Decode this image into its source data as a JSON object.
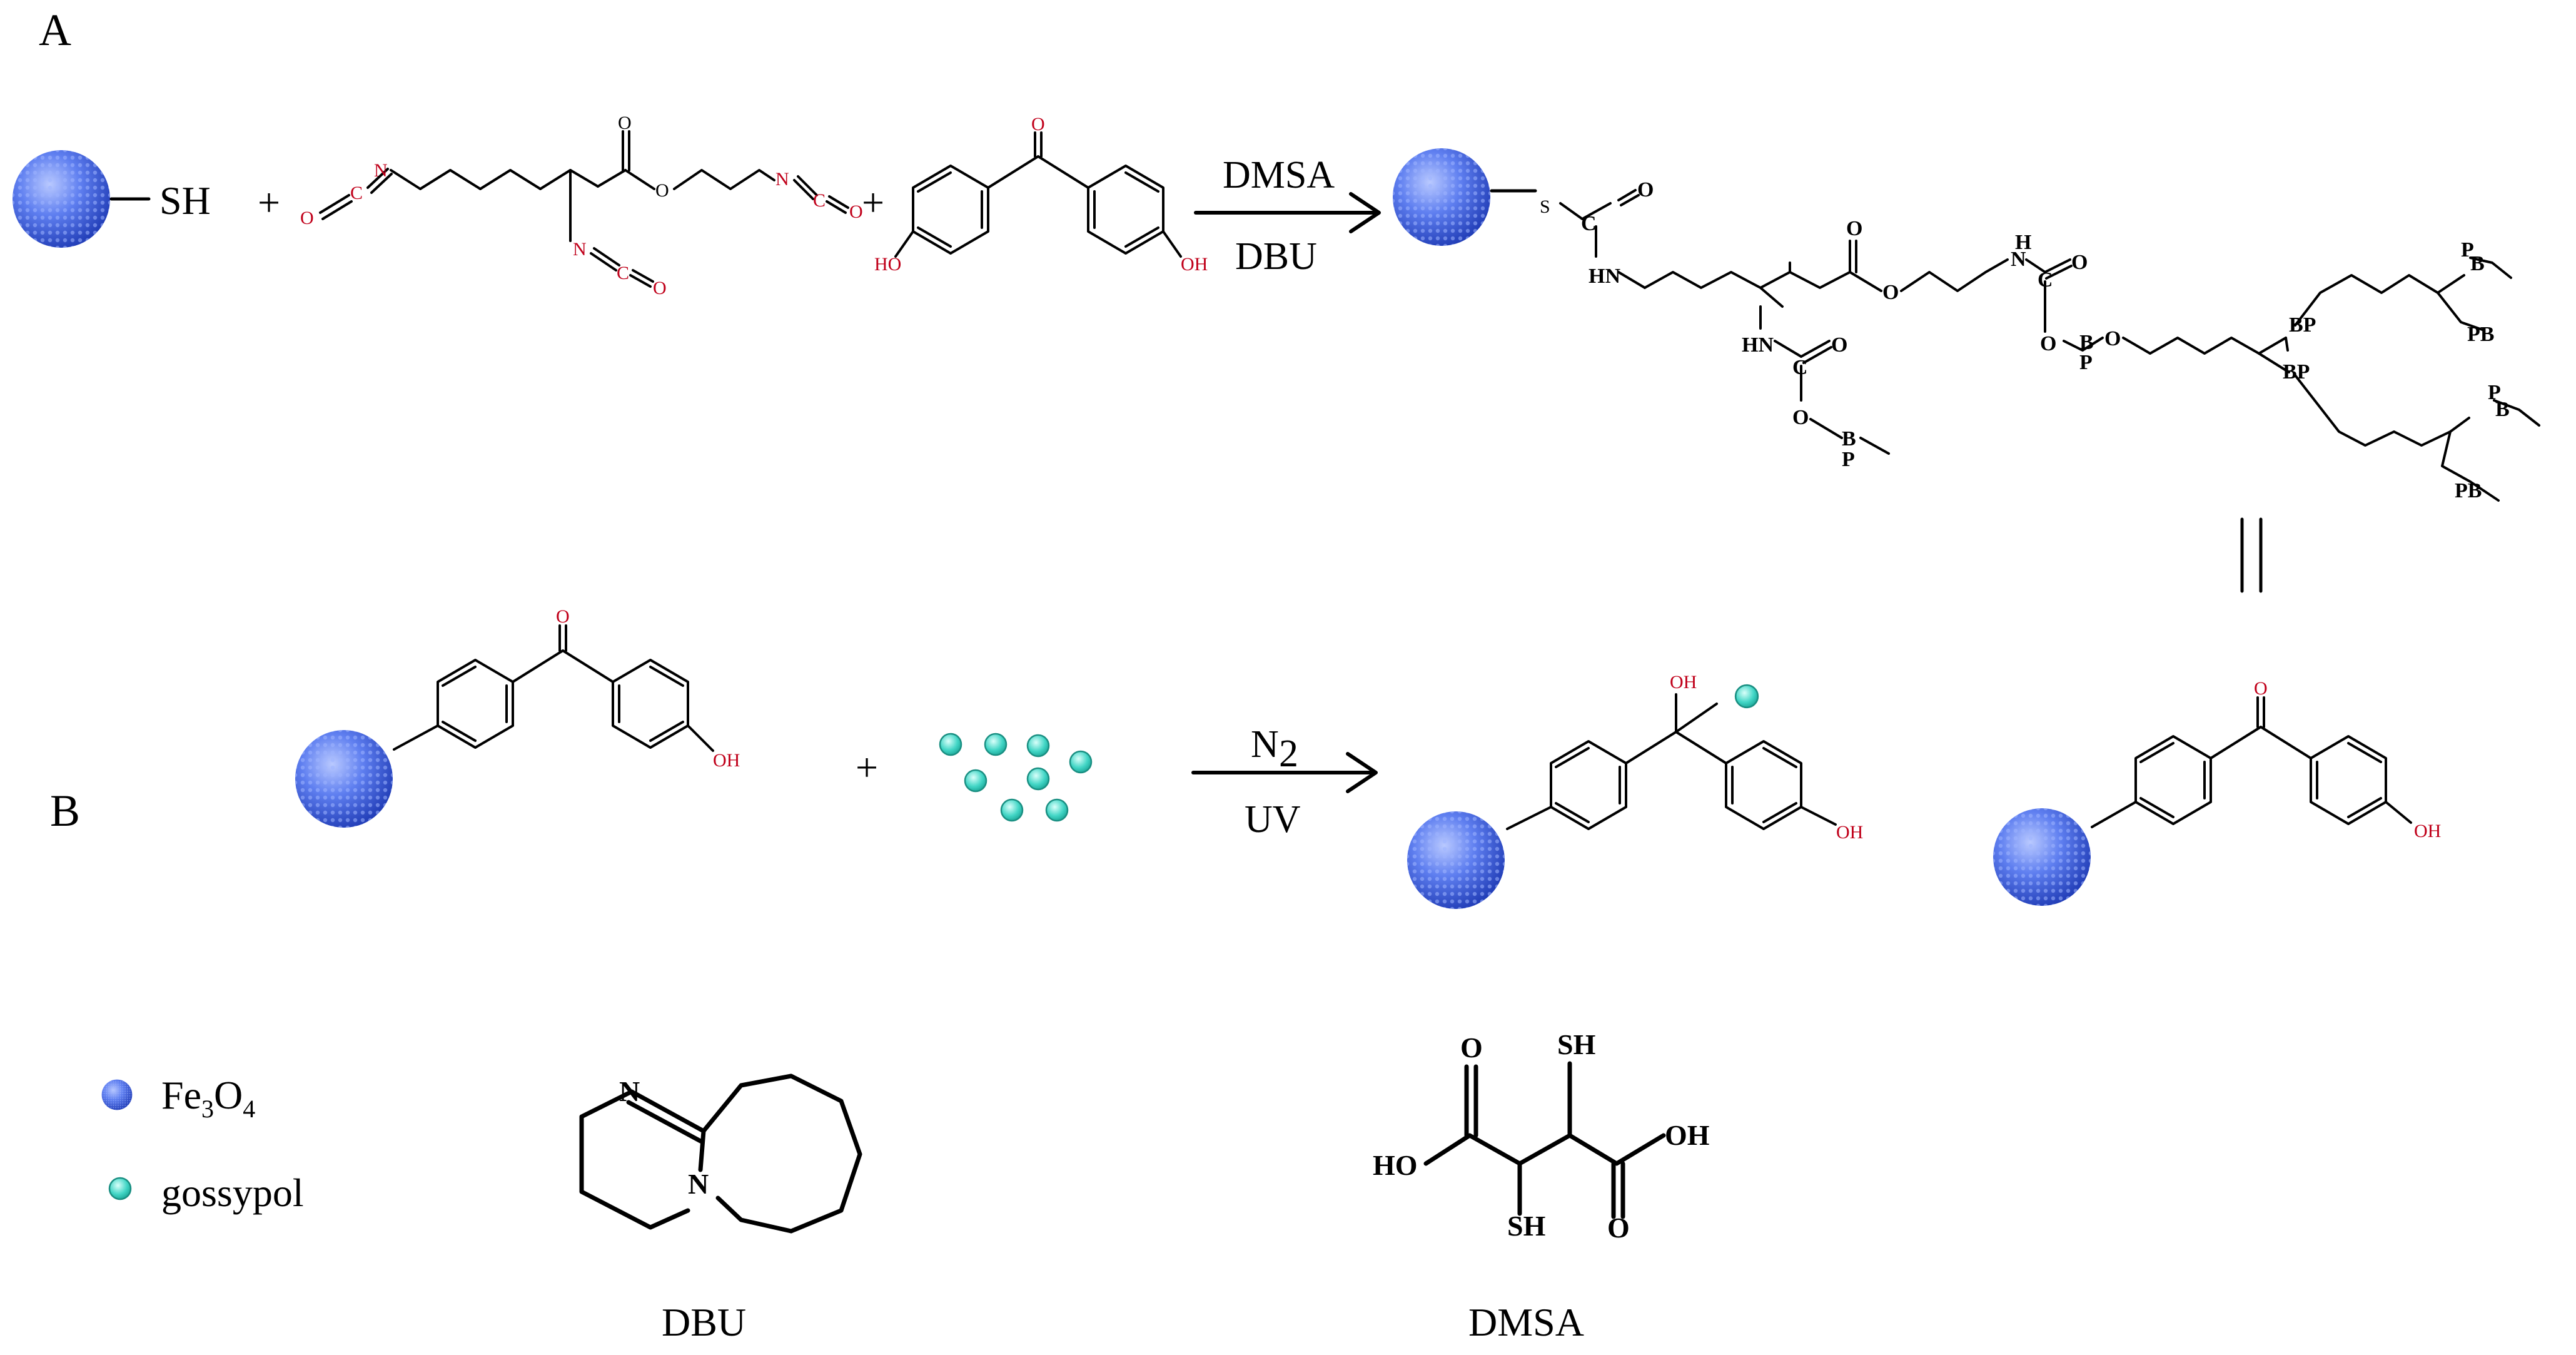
{
  "panels": {
    "a": "A",
    "b": "B"
  },
  "reaction_a": {
    "reagent_thiol": "SH",
    "plus": "+",
    "conditions_top": "DMSA",
    "conditions_bottom": "DBU",
    "atoms": {
      "N": "N",
      "C": "C",
      "O": "O",
      "OH": "OH",
      "HO": "HO",
      "S": "S",
      "HN": "HN",
      "H": "H",
      "BP": "BP",
      "PB": "PB",
      "B": "B",
      "P": "P"
    }
  },
  "reaction_b": {
    "plus": "+",
    "conditions_top": "N",
    "conditions_top_sub": "2",
    "conditions_bottom": "UV",
    "atoms": {
      "O": "O",
      "OH": "OH"
    }
  },
  "equals": "||",
  "legend": {
    "fe3o4": {
      "base": "Fe",
      "s1": "3",
      "mid": "O",
      "s2": "4"
    },
    "gossypol": "gossypol"
  },
  "structures": {
    "dbu": {
      "caption": "DBU",
      "N1": "N",
      "N2": "N"
    },
    "dmsa": {
      "caption": "DMSA",
      "O": "O",
      "OH": "OH",
      "HO": "HO",
      "SH": "SH"
    }
  },
  "colors": {
    "nanoparticle": "#3f63d9",
    "gossypol": "#43d6c6",
    "heteroatom": "#c0001a"
  }
}
